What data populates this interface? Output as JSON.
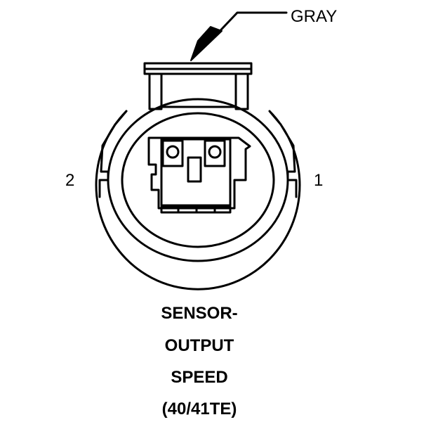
{
  "wire_color_label": "GRAY",
  "pins": {
    "left": "2",
    "right": "1"
  },
  "caption": [
    "SENSOR-",
    "OUTPUT",
    "SPEED",
    "(40/41TE)"
  ],
  "colors": {
    "line": "#000000",
    "background": "#ffffff"
  }
}
